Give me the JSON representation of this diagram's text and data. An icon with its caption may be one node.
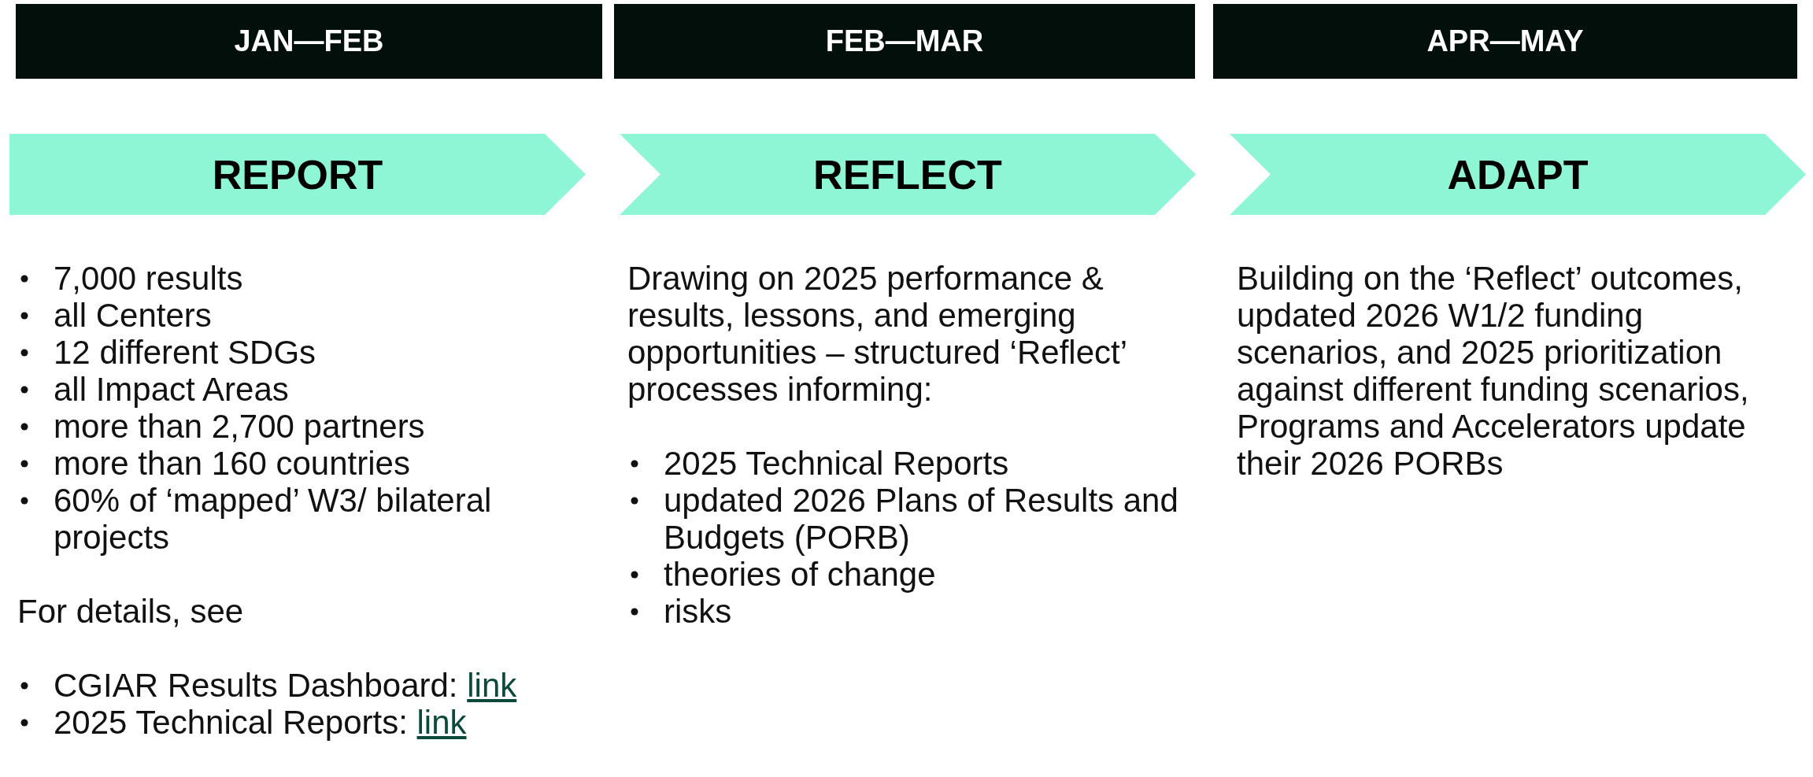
{
  "diagram": {
    "nodes": [
      {
        "text": [
          "JAN—FEB"
        ]
      },
      {
        "text": [
          "FEB—MAR"
        ]
      },
      {
        "text": [
          "APR—MAY"
        ]
      },
      {
        "text": [
          "REPORT"
        ]
      },
      {
        "text": [
          "REFLECT"
        ]
      },
      {
        "text": [
          "ADAPT"
        ]
      }
    ],
    "labels": [
      "7,000 results",
      "all Centers",
      "12 different SDGs",
      "all Impact Areas",
      "more than 2,700 partners",
      "more than 160 countries",
      "60% of ‘mapped’ W3/ bilateral projects",
      "For details, see",
      "CGIAR Results Dashboard:",
      "link",
      "2025 Technical Reports:",
      "link",
      "Drawing on 2025 performance & results, lessons, and emerging opportunities – structured ‘Reflect’ processes informing:",
      "2025 Technical Reports",
      "updated 2026 Plans of Results and Budgets (PORB)",
      "theories of change",
      "risks",
      "Building on the ‘Reflect’ outcomes, updated 2026 W1/2 funding scenarios, and 2025 prioritization against different funding scenarios, Programs and Accelerators update their 2026 PORBs"
    ]
  }
}
